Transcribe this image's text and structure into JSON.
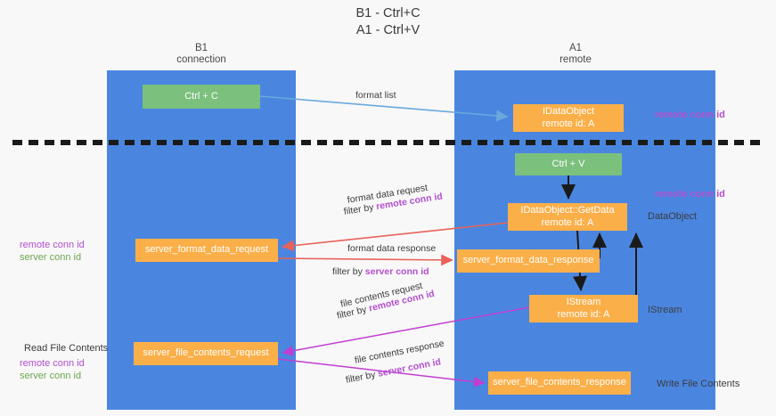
{
  "title": {
    "line1": "B1 - Ctrl+C",
    "line2": "A1 - Ctrl+V"
  },
  "lanes": [
    {
      "name": "b1",
      "title": "B1",
      "subtitle": "connection"
    },
    {
      "name": "a1",
      "title": "A1",
      "subtitle": "remote"
    }
  ],
  "nodes": {
    "ctrl_c": {
      "line1": "Ctrl + C",
      "color": "#7bc07d"
    },
    "idataobject": {
      "line1": "IDataObject",
      "line2": "remote id: A",
      "color": "#fbaf49"
    },
    "ctrl_v": {
      "line1": "Ctrl + V",
      "color": "#7bc07d"
    },
    "getdata": {
      "line1": "IDataObject::GetData",
      "line2": "remote id: A",
      "color": "#fbaf49"
    },
    "format_data_request": {
      "line1": "server_format_data_request",
      "color": "#fbaf49"
    },
    "format_data_response": {
      "line1": "server_format_data_response",
      "color": "#fbaf49"
    },
    "istream": {
      "line1": "IStream",
      "line2": "remote id: A",
      "color": "#fbaf49"
    },
    "file_contents_request": {
      "line1": "server_file_contents_request",
      "color": "#fbaf49"
    },
    "file_contents_response": {
      "line1": "server_file_contents_response",
      "color": "#fbaf49"
    }
  },
  "flow_labels": {
    "format_list": "format list",
    "format_data_request": "format data request",
    "format_data_request_filter_prefix": "filter by ",
    "format_data_request_filter_key": "remote conn id",
    "format_data_response": "format data response",
    "format_data_response_filter_prefix": "filter by ",
    "format_data_response_filter_key": "server conn id",
    "file_contents_request": "file contents request",
    "file_contents_request_filter_prefix": "filter by ",
    "file_contents_request_filter_key": "remote conn id",
    "file_contents_response": "file contents response",
    "file_contents_response_filter_prefix": "filter by ",
    "file_contents_response_filter_key": "server conn id"
  },
  "annotations": {
    "remote_conn_id_top": "remote conn id",
    "remote_conn_id_mid": "remote conn id",
    "dataobject": "DataObject",
    "istream": "IStream",
    "write_file_contents": "Write File Contents",
    "read_file_contents": "Read File Contents",
    "left_mid_remote": "remote conn id",
    "left_mid_server": "server conn id",
    "left_bot_remote": "remote conn id",
    "left_bot_server": "server conn id"
  },
  "colors": {
    "lane": "#4a86e0",
    "green_node": "#7bc07d",
    "orange_node": "#fbaf49",
    "purple": "#b24fce",
    "green_text": "#6aa84f",
    "arrow_blue": "#6aa8dc",
    "arrow_red": "#e8625a",
    "arrow_magenta": "#c03fd0",
    "arrow_black": "#1a1a1a",
    "divider": "#1a1a1a"
  }
}
